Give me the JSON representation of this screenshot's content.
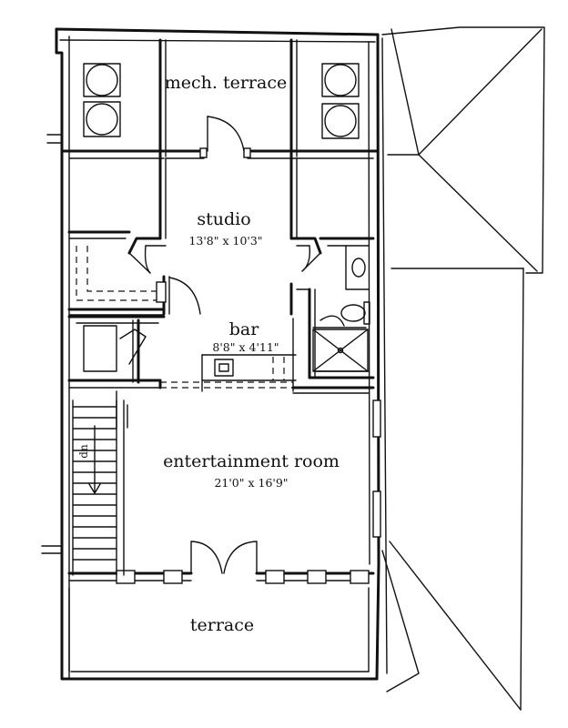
{
  "rooms": {
    "mech_terrace": {
      "name": "mech. terrace"
    },
    "studio": {
      "name": "studio",
      "dimensions": "13'8\" x 10'3\""
    },
    "bar": {
      "name": "bar",
      "dimensions": "8'8\" x 4'11\""
    },
    "entertainment_room": {
      "name": "entertainment room",
      "dimensions": "21'0\" x 16'9\""
    },
    "terrace": {
      "name": "terrace"
    }
  },
  "stair": {
    "label": "dn"
  }
}
